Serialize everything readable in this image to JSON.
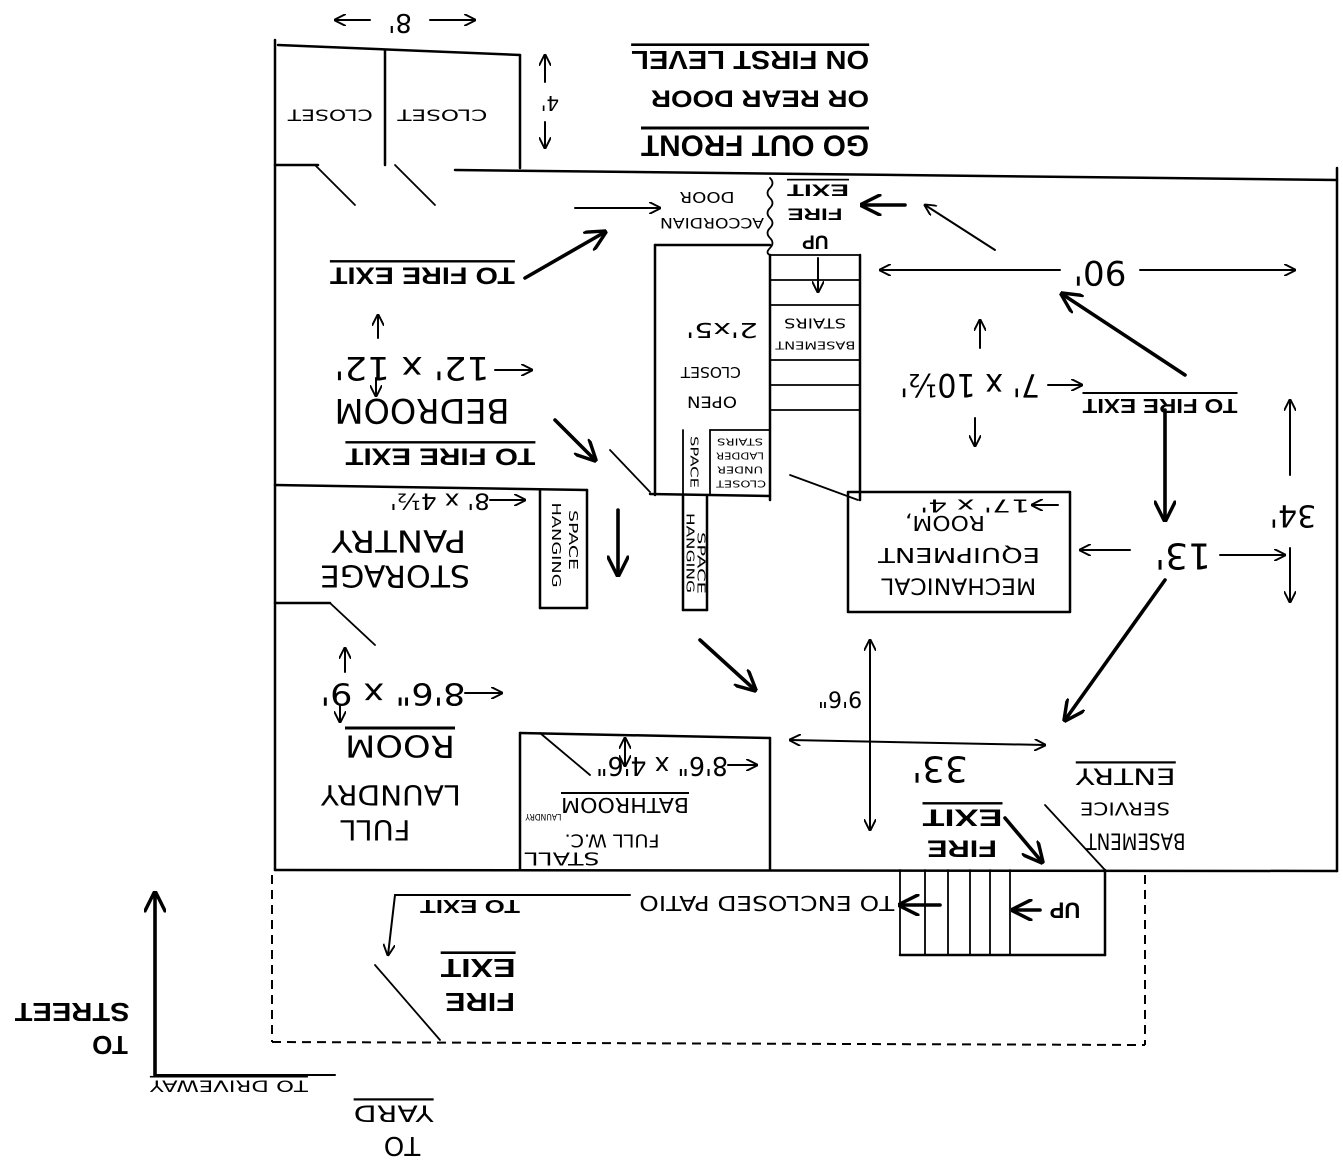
{
  "colors": {
    "ink": "#000000",
    "paper": "#ffffff"
  },
  "exit_note": {
    "line1": "GO OUT FRONT",
    "line2": "OR REAR DOOR",
    "line3": "ON FIRST LEVEL"
  },
  "closets": {
    "width": "8'",
    "depth": "4'",
    "left_label": "CLOSET",
    "right_label": "CLOSET"
  },
  "accordion_door": {
    "line1": "ACCORDIAN",
    "line2": "DOOR"
  },
  "top_fire_exit": {
    "line1": "FIRE",
    "line2": "EXIT"
  },
  "stairs": {
    "up": "UP",
    "line1": "BASEMENT",
    "line2": "STAIRS"
  },
  "open_closet": {
    "line1": "OPEN",
    "line2": "CLOSET",
    "size": "2'x5'"
  },
  "bedroom": {
    "exit_top": "TO FIRE EXIT",
    "name": "BEDROOM",
    "size": "12' x 12'",
    "exit_bottom": "TO FIRE EXIT"
  },
  "hall": {
    "length": "90'",
    "area": "7' x 10½'",
    "exit": "TO FIRE EXIT",
    "width": "13'",
    "side": "34'",
    "height": "9'6\"",
    "span": "33'"
  },
  "closet_under_stairs": {
    "lines": [
      "CLOSET",
      "UNDER",
      "LADDER",
      "STAIRS"
    ]
  },
  "small_space": "SPACE",
  "hanging_space_right": {
    "line1": "HANGING",
    "line2": "SPACE"
  },
  "pantry": {
    "line1": "STORAGE",
    "line2": "PANTRY",
    "size": "8' x 4½'",
    "hanging1": "HANGING",
    "hanging2": "SPACE"
  },
  "mechanical": {
    "line1": "MECHANICAL",
    "line2": "EQUIPMENT",
    "line3": "ROOM,",
    "size": "17' x 4'"
  },
  "laundry": {
    "line1": "FULL",
    "line2": "LAUNDRY",
    "line3": "ROOM",
    "size": "8'6\" x 9'"
  },
  "bathroom": {
    "line1": "STALL",
    "line2": "FULL W.C.",
    "line3": "LAUNDRY",
    "line4": "BATHROOM",
    "size": "8'6\" x 4'6\""
  },
  "lower_fire_exit": {
    "line1": "FIRE",
    "line2": "EXIT"
  },
  "service_entry": {
    "line1": "BASEMENT",
    "line2": "SERVICE",
    "line3": "ENTRY"
  },
  "lower_stairs": {
    "up": "UP"
  },
  "patio": {
    "to_patio": "TO ENCLOSED PATIO",
    "to_exit": "TO EXIT",
    "fire": "FIRE",
    "exit": "EXIT"
  },
  "outside": {
    "to": "TO",
    "street": "STREET",
    "driveway": "TO DRIVEWAY",
    "to_yard": "TO",
    "yard": "YARD"
  }
}
